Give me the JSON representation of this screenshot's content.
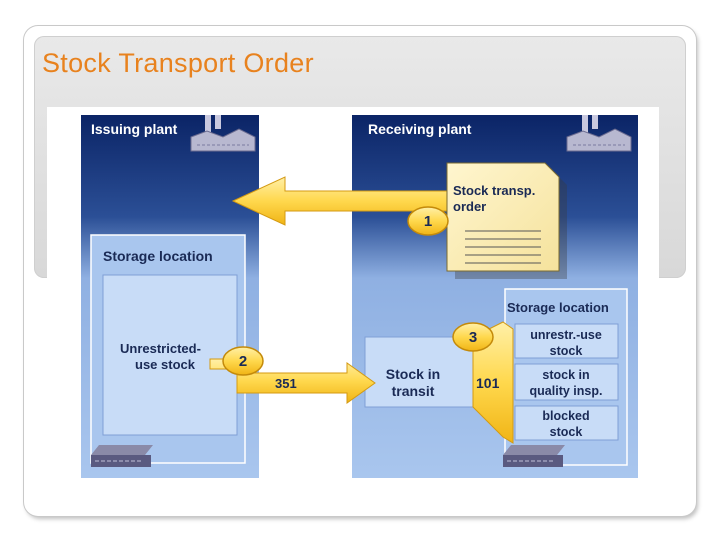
{
  "slide": {
    "title": "Stock Transport Order"
  },
  "issuing_plant": {
    "title": "Issuing plant",
    "storage_location": "Storage location",
    "stock_line1": "Unrestricted-",
    "stock_line2": "use stock"
  },
  "receiving_plant": {
    "title": "Receiving plant",
    "order_doc_line1": "Stock transp.",
    "order_doc_line2": "order",
    "storage_location": "Storage location",
    "stock_types": [
      {
        "line1": "unrestr.-use",
        "line2": "stock"
      },
      {
        "line1": "stock in",
        "line2": "quality insp."
      },
      {
        "line1": "blocked",
        "line2": "stock"
      }
    ]
  },
  "transit": {
    "line1": "Stock in",
    "line2": "transit"
  },
  "steps": {
    "step1": "1",
    "step2": "2",
    "step3": "3"
  },
  "movement_types": {
    "issue": "351",
    "receipt": "101"
  },
  "colors": {
    "panel": "#0b2466",
    "panel_light": "#a7c4ec",
    "box": "#c8dcf7",
    "arrow": "#ffd34d",
    "text_white": "#ffffff",
    "text_dark": "#1a2a55",
    "title": "#e8821e"
  }
}
